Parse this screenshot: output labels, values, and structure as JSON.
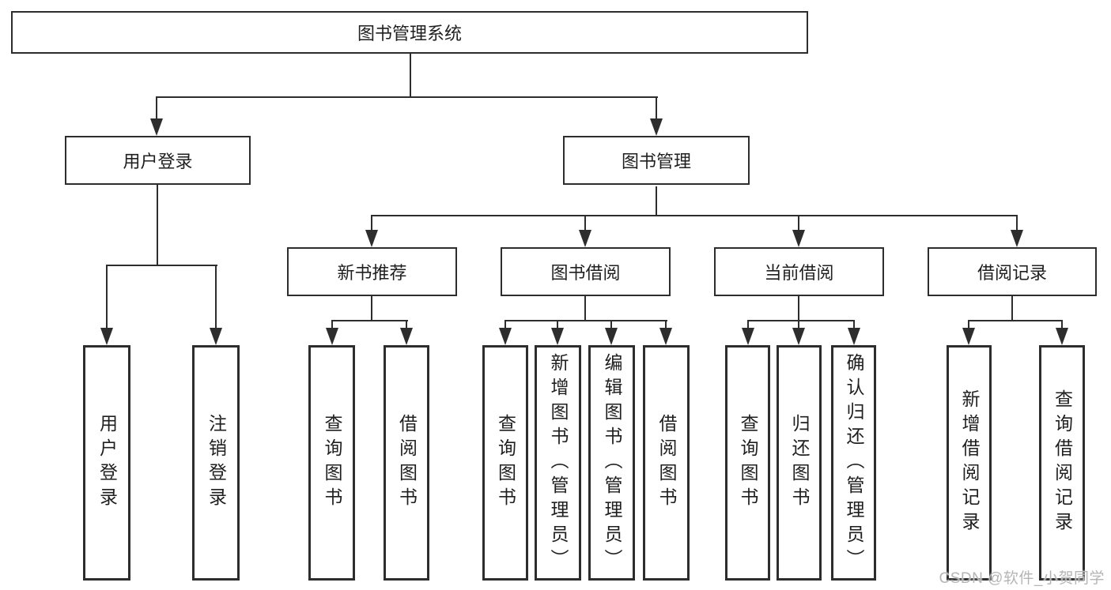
{
  "nodes": {
    "root": "图书管理系统",
    "user_login": "用户登录",
    "book_management": "图书管理",
    "new_book_recommend": "新书推荐",
    "book_borrow": "图书借阅",
    "current_borrow": "当前借阅",
    "borrow_records": "借阅记录"
  },
  "leaves": {
    "user_login": [
      "用户登录",
      "注销登录"
    ],
    "new_book_recommend": [
      "查询图书",
      "借阅图书"
    ],
    "book_borrow": [
      "查询图书",
      "新增图书（管理员）",
      "编辑图书（管理员）",
      "借阅图书"
    ],
    "current_borrow": [
      "查询图书",
      "归还图书",
      "确认归还（管理员）"
    ],
    "borrow_records": [
      "新增借阅记录",
      "查询借阅记录"
    ]
  },
  "watermark": "CSDN @软件_小贺同学",
  "colors": {
    "line": "#2d2d2d",
    "text": "#1f1f1f",
    "watermark": "#b5b5b5",
    "background": "#ffffff"
  }
}
